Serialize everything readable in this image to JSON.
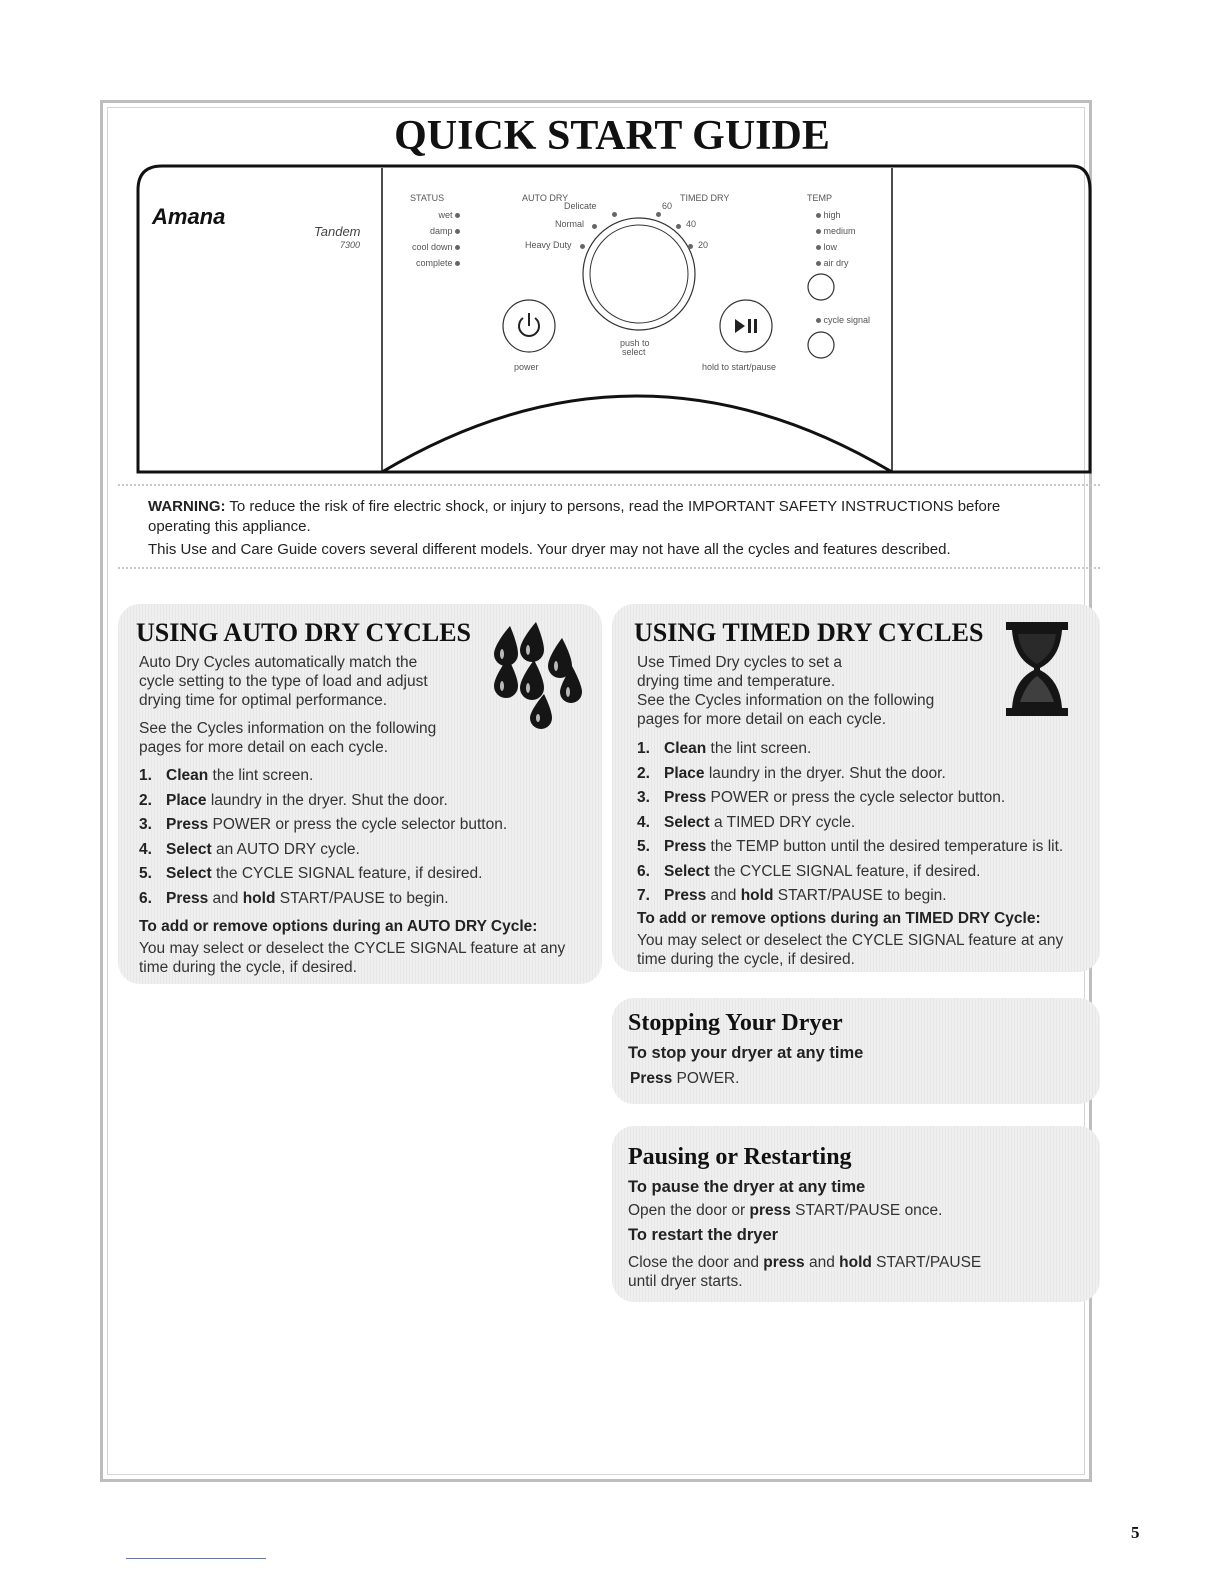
{
  "title": "QUICK START GUIDE",
  "panel": {
    "brand": "Amana",
    "model_name": "Tandem",
    "model_number": "7300",
    "status_header": "STATUS",
    "status_items": [
      "wet",
      "damp",
      "cool down",
      "complete"
    ],
    "auto_dry_header": "AUTO DRY",
    "auto_dry_items": [
      "Delicate",
      "Normal",
      "Heavy Duty"
    ],
    "timed_dry_header": "TIMED DRY",
    "timed_dry_items": [
      "60",
      "40",
      "20"
    ],
    "temp_header": "TEMP",
    "temp_items": [
      "high",
      "medium",
      "low",
      "air dry"
    ],
    "cycle_signal": "cycle signal",
    "power_label": "power",
    "knob_label_1": "push to",
    "knob_label_2": "select",
    "start_label": "hold to start/pause"
  },
  "warning": {
    "label": "WARNING:",
    "text": "To reduce the risk of fire electric shock, or injury to persons, read the IMPORTANT SAFETY INSTRUCTIONS before operating this appliance."
  },
  "coverage_note": "This Use and Care Guide covers several different models. Your dryer may not have all the cycles and features described.",
  "auto_dry": {
    "title": "USING AUTO DRY CYCLES",
    "intro_1": "Auto Dry Cycles automatically match the cycle setting to the type of load and adjust drying time for optimal performance.",
    "intro_2": "See the Cycles information on the following pages for more detail on each cycle.",
    "steps": [
      {
        "num": "1.",
        "verb": "Clean",
        "rest": " the lint screen."
      },
      {
        "num": "2.",
        "verb": "Place",
        "rest": " laundry in the dryer. Shut the door."
      },
      {
        "num": "3.",
        "verb": "Press",
        "rest": " POWER or press the cycle selector button."
      },
      {
        "num": "4.",
        "verb": "Select",
        "rest": " an AUTO DRY cycle."
      },
      {
        "num": "5.",
        "verb": "Select",
        "rest": " the CYCLE SIGNAL feature, if desired."
      },
      {
        "num": "6.",
        "verb": "Press",
        "rest": " and ",
        "verb2": "hold",
        "rest2": " START/PAUSE to begin."
      }
    ],
    "options_head": "To add or remove options during an AUTO DRY Cycle:",
    "options_text": "You may select or deselect the CYCLE SIGNAL feature at any time during the cycle, if desired."
  },
  "timed_dry": {
    "title": "USING TIMED DRY CYCLES",
    "intro_1": "Use Timed Dry cycles to set a drying time and temperature.",
    "intro_2": "See the Cycles information on the following pages for more detail on each cycle.",
    "steps": [
      {
        "num": "1.",
        "verb": "Clean",
        "rest": " the lint screen."
      },
      {
        "num": "2.",
        "verb": "Place",
        "rest": " laundry in the dryer. Shut the door."
      },
      {
        "num": "3.",
        "verb": "Press",
        "rest": " POWER or press the cycle selector button."
      },
      {
        "num": "4.",
        "verb": "Select",
        "rest": " a TIMED DRY cycle."
      },
      {
        "num": "5.",
        "verb": "Press",
        "rest": " the TEMP button until the desired temperature is lit."
      },
      {
        "num": "6.",
        "verb": "Select",
        "rest": " the CYCLE SIGNAL feature, if desired."
      },
      {
        "num": "7.",
        "verb": "Press",
        "rest": " and ",
        "verb2": "hold",
        "rest2": " START/PAUSE to begin."
      }
    ],
    "options_head": "To add or remove options during an TIMED DRY Cycle:",
    "options_text": "You may select or deselect the CYCLE SIGNAL feature at any time during the cycle, if desired."
  },
  "stopping": {
    "title": "Stopping Your Dryer",
    "sub": "To stop your dryer at any time",
    "verb": "Press",
    "rest": " POWER."
  },
  "pausing": {
    "title": "Pausing or Restarting",
    "sub1": "To pause the dryer at any time",
    "text1_a": "Open the door or ",
    "text1_b": "press",
    "text1_c": " START/PAUSE once.",
    "sub2": "To restart the dryer",
    "text2_a": "Close the door and ",
    "text2_b": "press",
    "text2_c": " and ",
    "text2_d": "hold",
    "text2_e": " START/PAUSE until dryer starts."
  },
  "page_number": "5",
  "icons": [
    "water-drops-icon",
    "hourglass-icon",
    "power-icon",
    "play-pause-icon"
  ]
}
